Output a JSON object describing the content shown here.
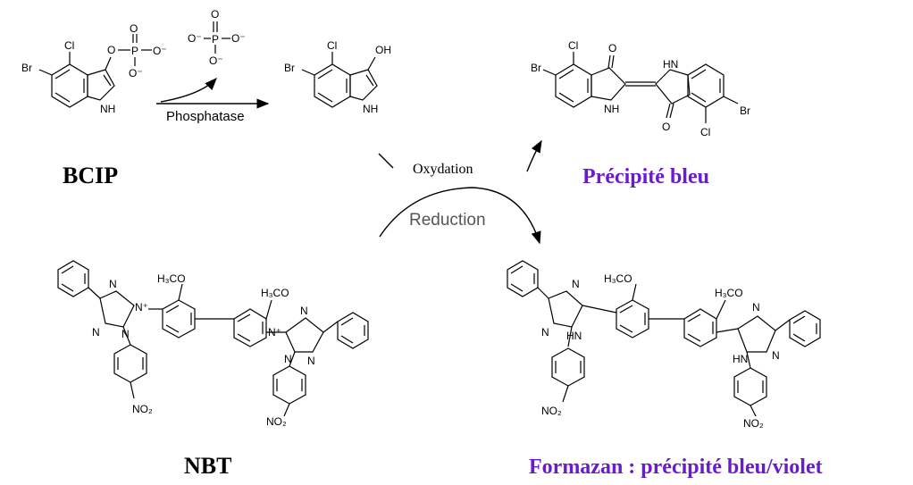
{
  "labels": {
    "bcip": "BCIP",
    "nbt": "NBT",
    "precipitate": "Précipité bleu",
    "formazan": "Formazan : précipité bleu/violet",
    "phosphatase": "Phosphatase",
    "oxidation": "Oxydation",
    "reduction": "Reduction"
  },
  "atoms": {
    "cl": "Cl",
    "br": "Br",
    "nh": "NH",
    "hn": "HN",
    "oh": "OH",
    "o": "O",
    "o_minus": "O⁻",
    "p": "P",
    "n": "N",
    "n_plus": "N⁺",
    "h3co": "H₃CO",
    "no2": "NO₂"
  },
  "colors": {
    "accent_purple": "#6a1bd1",
    "line": "#000000",
    "background": "#ffffff"
  }
}
